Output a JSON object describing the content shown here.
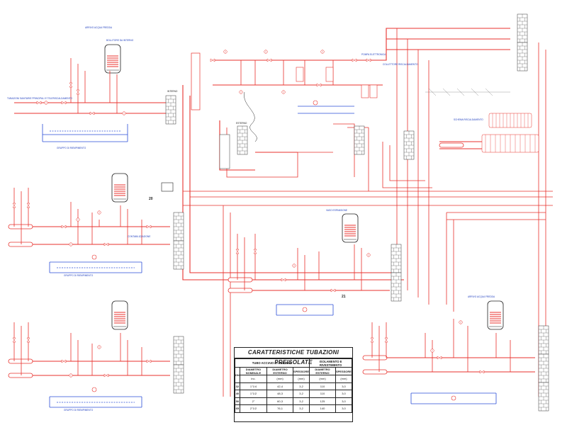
{
  "diagram": {
    "labels": {
      "tubazioni_teleriscaldamento": "TUBAZIONI SANITARIE PRINCIPALI E TELERISCALDAMENTO",
      "acqua_fredda": "ARRIVO ACQUA FREDDA",
      "bollitore": "BOLLITORE DA INTERNO",
      "gruppo_riempimento": "GRUPPO DI RIEMPIMENTO",
      "esterno": "ESTERNO",
      "interno": "INTERNO",
      "contabilizzazione": "CONTABILIZZAZIONE",
      "vaso_espansione": "VASO ESPANSIONE",
      "pompa_circolazione": "POMPA ELETTRONICA",
      "collettore_riscaldamento": "COLLETTORE RISCALDAMENTO",
      "radiatore": "SCHEMA RISCALDAMENTO",
      "num_20": "20",
      "num_21": "21"
    }
  },
  "pipe_table": {
    "title": "CARATTERISTICHE TUBAZIONI PREISOLATE",
    "group_left": "TUBO ACCIAIO DI SERVIZIO",
    "group_right": "ISOLAMENTO E RIVESTIMENTO",
    "col_dn": "DN",
    "col_nominal": "DIAMETRO NOMINALE",
    "col_external": "DIAMETRO ESTERNO",
    "col_thickness": "SPESSORE",
    "col_ext2": "DIAMETRO ESTERNO",
    "col_thick2": "SPESSORE",
    "unit_inc": "inc.",
    "unit_mm1": "(mm)",
    "unit_mm2": "(mm)",
    "unit_mm3": "(mm)",
    "unit_mm4": "(mm)",
    "rows": [
      {
        "dn": "32",
        "inc": "1\"1/4",
        "ext": "42,4",
        "thk": "3,2",
        "ext2": "110",
        "thk2": "3,0"
      },
      {
        "dn": "40",
        "inc": "1\"1/2",
        "ext": "48,3",
        "thk": "3,2",
        "ext2": "110",
        "thk2": "3,0"
      },
      {
        "dn": "50",
        "inc": "2\"",
        "ext": "60,3",
        "thk": "3,2",
        "ext2": "125",
        "thk2": "3,0"
      },
      {
        "dn": "65",
        "inc": "2\"1/2",
        "ext": "76,1",
        "thk": "3,2",
        "ext2": "140",
        "thk2": "3,0"
      }
    ]
  },
  "colors": {
    "hot_pipe": "#e8322d",
    "cold_pipe": "#2b4fd8",
    "text_blue": "#1f3fbf",
    "line_dark": "#222222"
  }
}
